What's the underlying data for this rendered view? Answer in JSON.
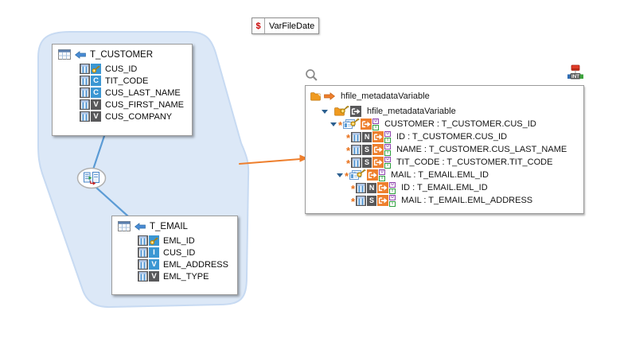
{
  "variable_box": {
    "dollar": "$",
    "label": "VarFileDate"
  },
  "tables": [
    {
      "title": "T_CUSTOMER",
      "fields": [
        {
          "name": "CUS_ID",
          "badge": "",
          "type": "key",
          "required": true
        },
        {
          "name": "TIT_CODE",
          "badge": "C",
          "type": "char",
          "required": false
        },
        {
          "name": "CUS_LAST_NAME",
          "badge": "C",
          "type": "char",
          "required": true
        },
        {
          "name": "CUS_FIRST_NAME",
          "badge": "V",
          "type": "varchar",
          "required": false
        },
        {
          "name": "CUS_COMPANY",
          "badge": "V",
          "type": "varchar",
          "required": false
        }
      ]
    },
    {
      "title": "T_EMAIL",
      "fields": [
        {
          "name": "EML_ID",
          "badge": "",
          "type": "key",
          "required": true
        },
        {
          "name": "CUS_ID",
          "badge": "I",
          "type": "integer",
          "required": true
        },
        {
          "name": "EML_ADDRESS",
          "badge": "V",
          "type": "varchar",
          "required": true
        },
        {
          "name": "EML_TYPE",
          "badge": "V",
          "type": "varchar",
          "required": false
        }
      ]
    }
  ],
  "join": {
    "tables": [
      "T_CUSTOMER",
      "T_EMAIL"
    ]
  },
  "panel": {
    "int_icon_label": "INT",
    "type_badges": {
      "u": "U",
      "i": "I"
    },
    "rows": [
      {
        "level": 0,
        "label": "hfile_metadataVariable",
        "badge": ""
      },
      {
        "level": 1,
        "label": "hfile_metadataVariable",
        "badge": ""
      },
      {
        "level": 2,
        "label": "CUSTOMER : T_CUSTOMER.CUS_ID",
        "badge": ""
      },
      {
        "level": 3,
        "label": "ID : T_CUSTOMER.CUS_ID",
        "badge": "N"
      },
      {
        "level": 3,
        "label": "NAME : T_CUSTOMER.CUS_LAST_NAME",
        "badge": "S"
      },
      {
        "level": 3,
        "label": "TIT_CODE : T_CUSTOMER.TIT_CODE",
        "badge": "S"
      },
      {
        "level": 3,
        "label": "MAIL : T_EMAIL.EML_ID",
        "badge": ""
      },
      {
        "level": 4,
        "label": "ID : T_EMAIL.EML_ID",
        "badge": "N"
      },
      {
        "level": 4,
        "label": "MAIL : T_EMAIL.EML_ADDRESS",
        "badge": "S"
      }
    ]
  },
  "icons": {
    "dollar-icon": "$",
    "search-icon": "magnifier",
    "int-icon": "integration-node",
    "table-icon": "data-grid",
    "column-icon": "striped-grid",
    "key-icon": "gold-key",
    "folder-icon": "orange-folder",
    "export-icon": "exit-arrow-box",
    "windows-icon": "layered-records",
    "join-icon": "two-docs-join",
    "arrow-left-icon": "blue-left-arrow",
    "arrow-right-icon": "orange-right-arrow",
    "expander-icon": "triangle-down",
    "required-star": "*"
  },
  "colors": {
    "accent_orange": "#ee7f2d",
    "tile_blue": "#3b97d3",
    "tile_dark": "#58585a",
    "line_blue": "#5b9bd5",
    "blob_fill": "#dce8f7",
    "blob_stroke": "#c7daf2"
  }
}
